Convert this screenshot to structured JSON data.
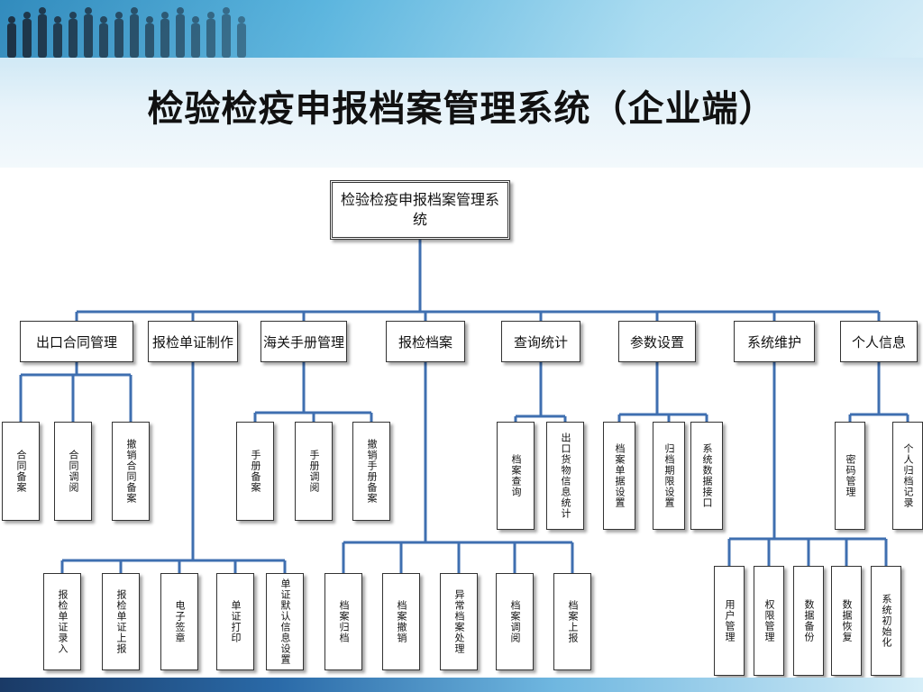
{
  "slide": {
    "title": "检验检疫申报档案管理系统（企业端）"
  },
  "colors": {
    "connector": "#3f6fb0",
    "box_border": "#333333"
  },
  "tree": {
    "root": {
      "label": "检验检疫申报档案管理系统"
    },
    "modules": [
      {
        "label": "出口合同管理",
        "children": [
          "合同备案",
          "合同调阅",
          "撤销合同备案"
        ]
      },
      {
        "label": "报检单证制作",
        "children": [
          "报检单证录入",
          "报检单证上报",
          "电子签章",
          "单证打印",
          "单证默认信息设置"
        ]
      },
      {
        "label": "海关手册管理",
        "children": [
          "手册备案",
          "手册调阅",
          "撤销手册备案"
        ]
      },
      {
        "label": "报检档案",
        "children": [
          "档案归档",
          "档案撤销",
          "异常档案处理",
          "档案调阅",
          "档案上报"
        ]
      },
      {
        "label": "查询统计",
        "children": [
          "档案查询",
          "出口货物信息统计"
        ]
      },
      {
        "label": "参数设置",
        "children": [
          "档案单据设置",
          "归档期限设置",
          "系统数据接口"
        ]
      },
      {
        "label": "系统维护",
        "children": [
          "用户管理",
          "权限管理",
          "数据备份",
          "数据恢复",
          "系统初始化"
        ]
      },
      {
        "label": "个人信息",
        "children": [
          "密码管理",
          "个人归档记录"
        ]
      }
    ]
  }
}
